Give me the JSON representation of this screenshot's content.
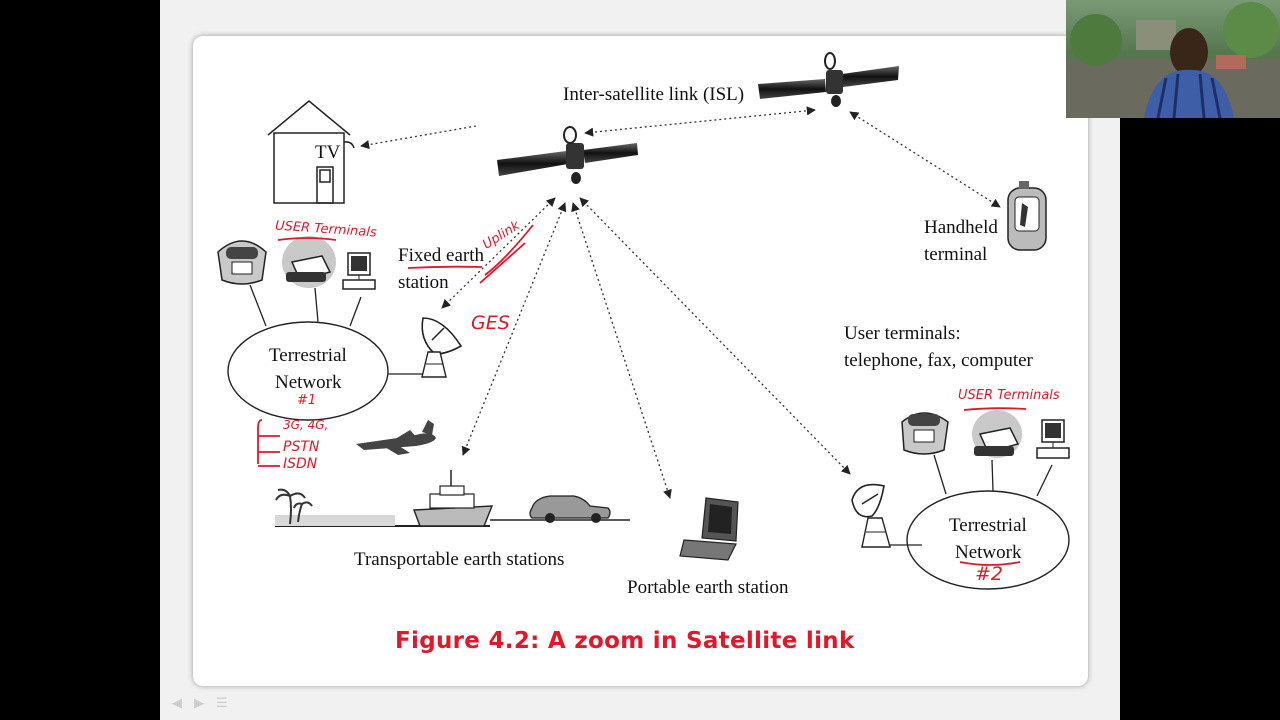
{
  "figure": {
    "labels": {
      "isl": "Inter-satellite link (ISL)",
      "tv": "TV",
      "fixed_earth_station": [
        "Fixed earth",
        "station"
      ],
      "terrestrial_network_1": [
        "Terrestrial",
        "Network"
      ],
      "handheld_terminal": [
        "Handheld",
        "terminal"
      ],
      "user_terminals": [
        "User terminals:",
        "telephone, fax, computer"
      ],
      "terrestrial_network_2": [
        "Terrestrial",
        "Network"
      ],
      "transportable_earth_stations": "Transportable earth stations",
      "portable_earth_station": "Portable earth station"
    },
    "annotations": {
      "user_terminals_1": "USER Terminals",
      "uplink": "Uplink",
      "ges": "GES",
      "network_1_number": "#1",
      "network_1_types": [
        "3G, 4G,",
        "PSTN",
        "ISDN"
      ],
      "user_terminals_2": "USER Terminals",
      "network_2_number": "#2"
    },
    "caption": "Figure 4.2: A zoom in Satellite link"
  },
  "colors": {
    "annotation": "#e0182a",
    "caption": "#e0182a",
    "ink": "#111111"
  },
  "icons": [
    "satellite-icon",
    "house-icon",
    "telephone-icon",
    "fax-icon",
    "computer-icon",
    "dish-antenna-icon",
    "airplane-icon",
    "ship-icon",
    "palm-tree-icon",
    "car-icon",
    "laptop-icon",
    "handheld-icon"
  ]
}
